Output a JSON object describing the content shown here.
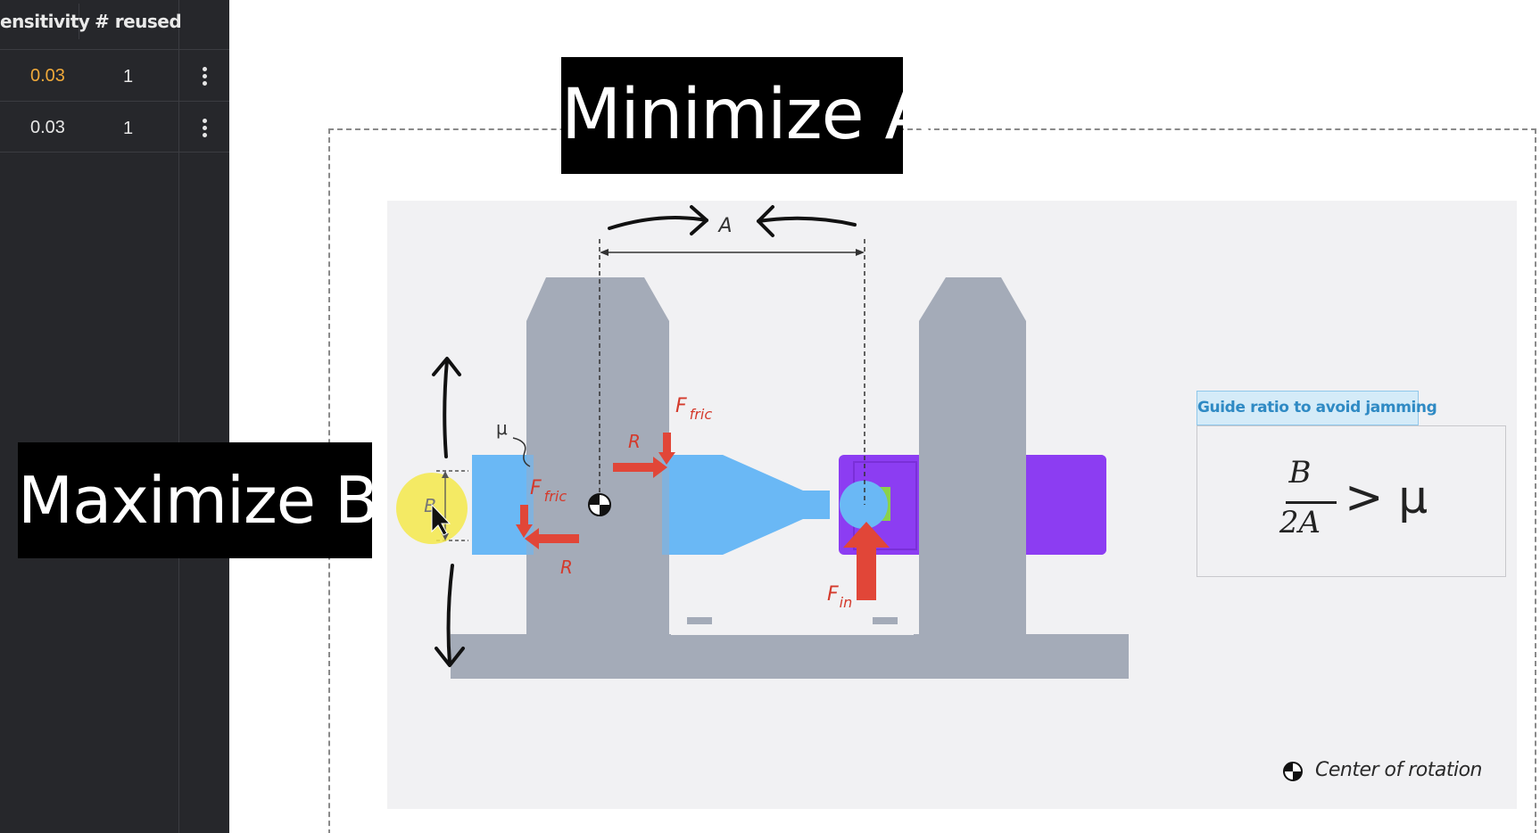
{
  "table": {
    "headers": {
      "sensitivity": "ensitivity",
      "reused": "# reused"
    },
    "rows": [
      {
        "sensitivity": "0.03",
        "reused": "1",
        "sensitivity_color": "#f0a93a"
      },
      {
        "sensitivity": "0.03",
        "reused": "1",
        "sensitivity_color": "#e6e6e6"
      }
    ]
  },
  "slide": {
    "minimize_label": "Minimize A",
    "maximize_label": "Maximize B",
    "dimension_a": "A",
    "dimension_b": "B",
    "mu": "μ",
    "f_fric_main": "F",
    "f_fric_sub": "fric",
    "f_in_main": "F",
    "f_in_sub": "in",
    "reaction": "R",
    "guide_title": "Guide ratio to avoid jamming",
    "formula": {
      "numerator": "B",
      "denominator": "2A",
      "relation": "> μ"
    },
    "center_caption": "Center of rotation"
  },
  "colors": {
    "panel": "#26272b",
    "part_gray": "#a4abb8",
    "guide_blue": "#6ab8f5",
    "slider_purple": "#8c3df2",
    "force_red": "#e14638",
    "highlight_yellow": "#f5e94a"
  }
}
